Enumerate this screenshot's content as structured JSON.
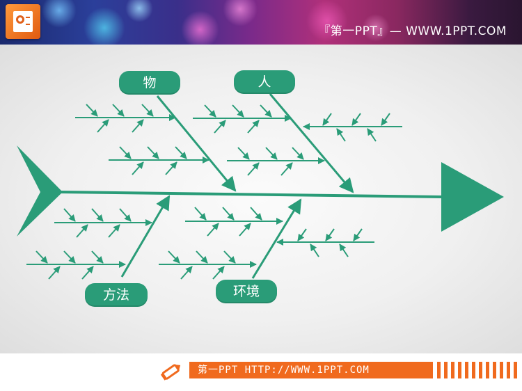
{
  "header": {
    "site_text": "『第一PPT』— WWW.1PPT.COM",
    "logo_icon": "presentation-file-icon"
  },
  "diagram": {
    "type": "fishbone",
    "accent_color": "#2a9c78",
    "categories": {
      "top_left": "物",
      "top_right": "人",
      "bottom_left": "方法",
      "bottom_right": "环境"
    }
  },
  "footer": {
    "icon": "pencil-icon",
    "url_text": "第一PPT HTTP://WWW.1PPT.COM",
    "brand_color": "#f06a1e"
  }
}
